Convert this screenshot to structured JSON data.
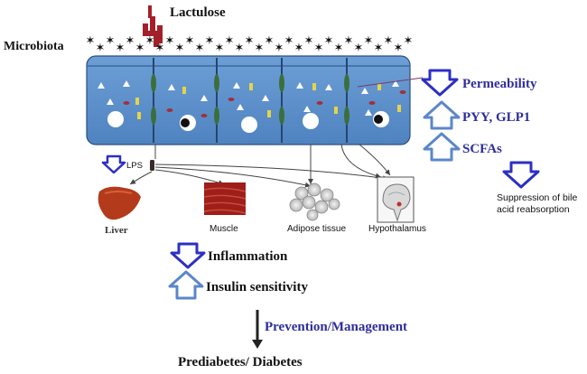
{
  "top": {
    "lactulose": "Lactulose",
    "microbiota": "Microbiota"
  },
  "effects": {
    "permeability": "Permeability",
    "pyy_glp1": "PYY, GLP1",
    "scfas": "SCFAs",
    "suppression_line1": "Suppression of bile",
    "suppression_line2": "acid reabsorption"
  },
  "organs": {
    "lps": "LPS",
    "liver": "Liver",
    "muscle": "Muscle",
    "adipose": "Adipose tissue",
    "hypothalamus": "Hypothalamus"
  },
  "outcomes": {
    "inflammation": "Inflammation",
    "insulin_sensitivity": "Insulin sensitivity",
    "prevention": "Prevention/Management",
    "prediabetes": "Prediabetes/ Diabetes"
  },
  "arrows": {
    "down": "decrease-arrow",
    "up": "increase-arrow"
  },
  "colors": {
    "down_arrow": "#2d2fc4",
    "up_arrow": "#5b87c9",
    "blue_text": "#2e2e9c",
    "cell_fill": "#5b8ec9",
    "tight_junction": "#3c6e3c",
    "lactulose": "#a3202a"
  }
}
